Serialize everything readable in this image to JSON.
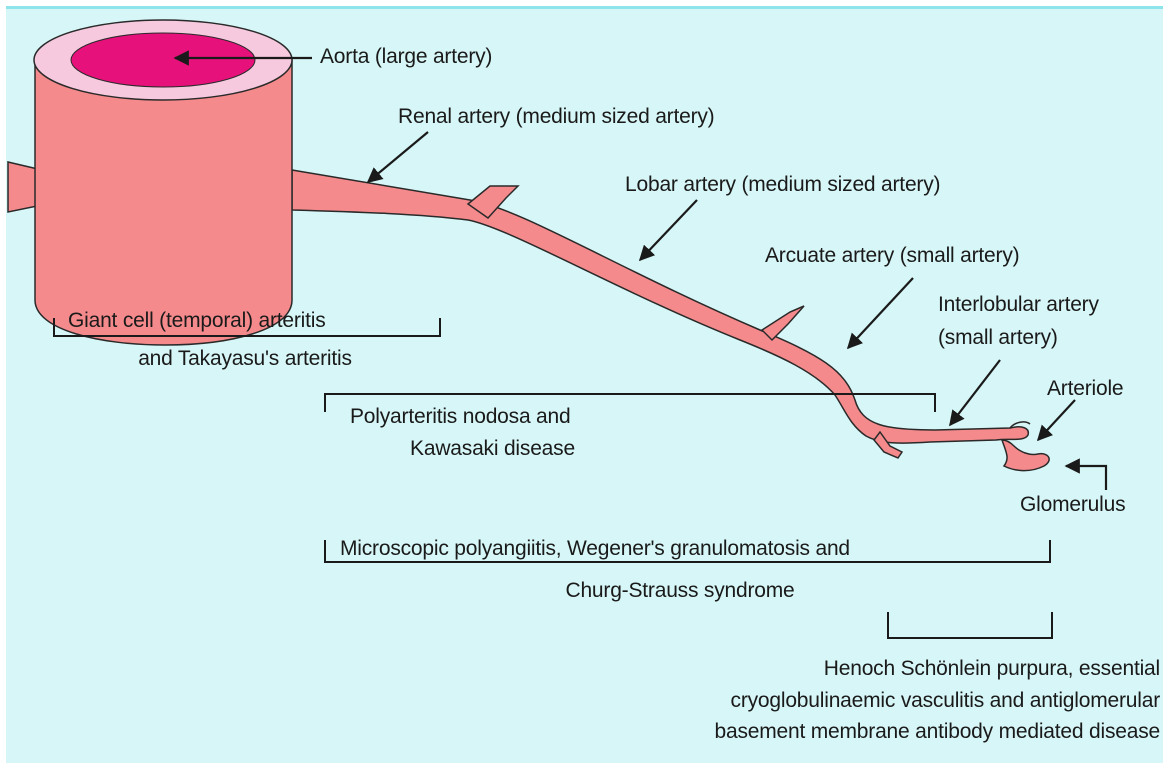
{
  "colors": {
    "background": "#d7f6f7",
    "vessel": "#f58a8c",
    "lumen": "#e6117a",
    "lumen_ring": "#f6c9de",
    "ink": "#1a1a1a"
  },
  "vessels": {
    "aorta": "Aorta (large artery)",
    "renal": "Renal artery (medium sized artery)",
    "lobar": "Lobar artery (medium sized artery)",
    "arcuate": "Arcuate artery (small artery)",
    "interlobular_1": "Interlobular artery",
    "interlobular_2": "(small artery)",
    "arteriole": "Arteriole",
    "glomerulus": "Glomerulus"
  },
  "diseases": {
    "giant_cell_1": "Giant cell (temporal) arteritis",
    "giant_cell_2": "and Takayasu's arteritis",
    "polyarteritis_1": "Polyarteritis nodosa and",
    "polyarteritis_2": "Kawasaki disease",
    "microscopic_1": "Microscopic polyangiitis, Wegener's granulomatosis and",
    "microscopic_2": "Churg-Strauss syndrome",
    "henoch_1": "Henoch Schönlein purpura, essential",
    "henoch_2": "cryoglobulinaemic vasculitis and antiglomerular",
    "henoch_3": "basement membrane antibody mediated disease"
  }
}
